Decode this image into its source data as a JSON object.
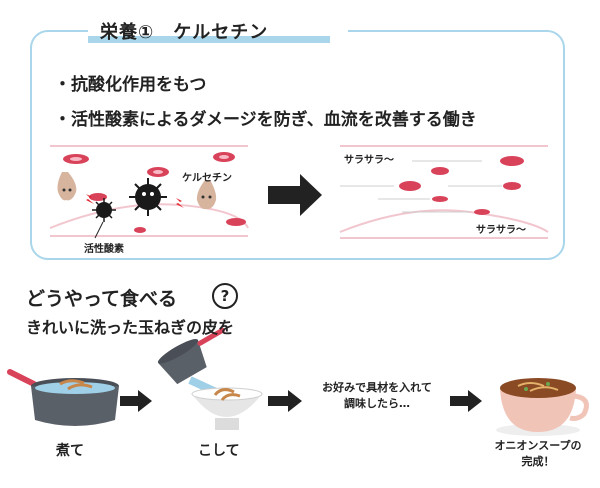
{
  "header": {
    "title": "栄養①　ケルセチン"
  },
  "bullets": [
    "・抗酸化作用をもつ",
    "・活性酸素によるダメージを防ぎ、血流を改善する働き"
  ],
  "before_diagram": {
    "quercetin_label": "ケルセチン",
    "ros_label": "活性酸素"
  },
  "after_diagram": {
    "flow_label_1": "サラサラ～",
    "flow_label_2": "サラサラ～"
  },
  "howto": {
    "heading": "どうやって食べる",
    "question_mark": "?",
    "intro": "きれいに洗った玉ねぎの皮を"
  },
  "steps": {
    "boil": "煮て",
    "strain": "こして",
    "add_note_1": "お好みで具材を入れて",
    "add_note_2": "調味したら…",
    "done_1": "オニオンスープの",
    "done_2": "完成！"
  },
  "colors": {
    "frame": "#a9d6ea",
    "blood_cell": "#d9435a",
    "vessel": "#f2c6cf",
    "arrow": "#222222",
    "pot": "#5a6068",
    "soup": "#c7864a"
  }
}
